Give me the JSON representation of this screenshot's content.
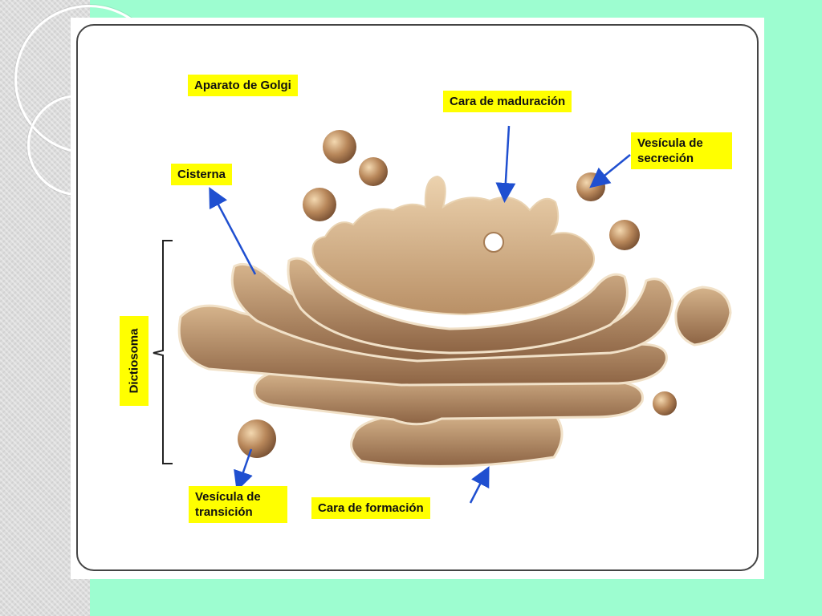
{
  "labels": {
    "title": "Aparato de Golgi",
    "cara_maduracion": "Cara de maduración",
    "vesicula_secrecion_line1": "Vesícula de",
    "vesicula_secrecion_line2": "secreción",
    "cisterna": "Cisterna",
    "dictiosoma": "Dictiosoma",
    "vesicula_transicion_line1": "Vesícula de",
    "vesicula_transicion_line2": "transición",
    "cara_formacion": "Cara de formación"
  },
  "colors": {
    "background": "#9dfdd0",
    "label_fill": "#ffff00",
    "cisterna_dark": "#6b4e3d",
    "cisterna_light": "#c8a680",
    "vesicle": "#b8875a",
    "arrow": "#1f4fd0"
  }
}
